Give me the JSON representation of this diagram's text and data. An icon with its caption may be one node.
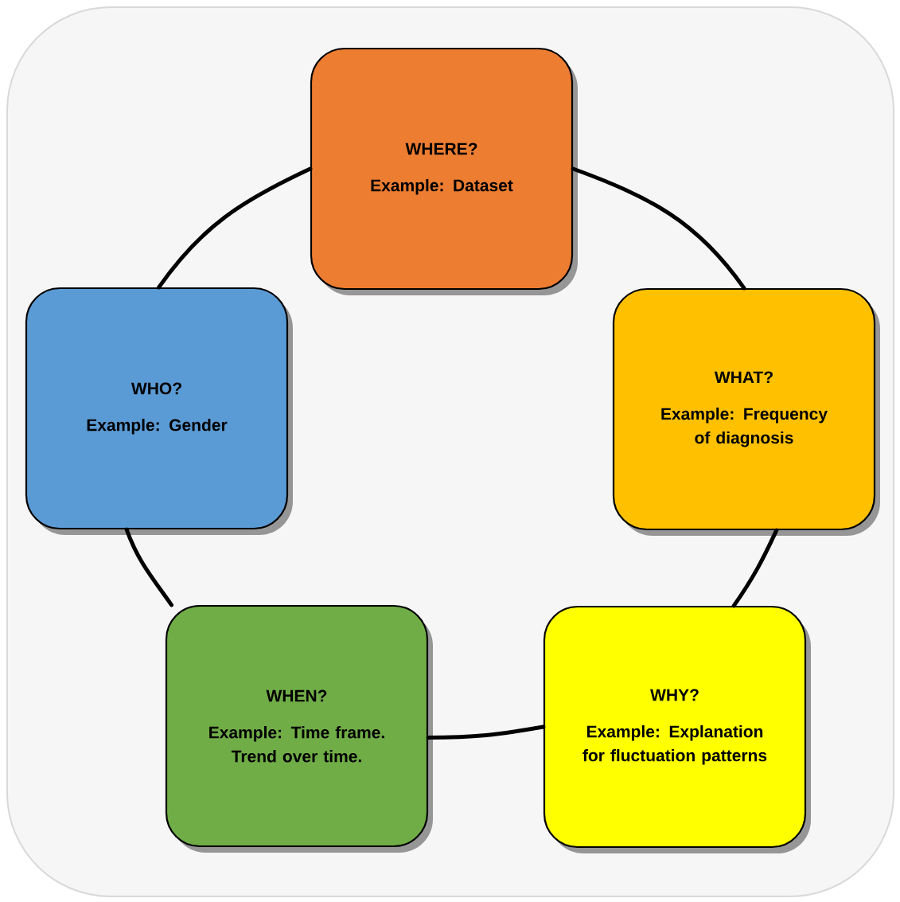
{
  "diagram": {
    "nodes": [
      {
        "text": [
          "WHERE?",
          "Example: Dataset"
        ]
      },
      {
        "text": [
          "WHAT?",
          "Example: Frequency of diagnosis"
        ]
      },
      {
        "text": [
          "WHY?",
          "Example: Explanation for fluctuation patterns"
        ]
      },
      {
        "text": [
          "WHEN?",
          "Example: Time frame. Trend over time."
        ]
      },
      {
        "text": [
          "WHO?",
          "Example: Gender"
        ]
      }
    ],
    "edges": [
      {
        "from": 0,
        "to": 1,
        "arrow": "none"
      },
      {
        "from": 1,
        "to": 2,
        "arrow": "none"
      },
      {
        "from": 2,
        "to": 3,
        "arrow": "none"
      },
      {
        "from": 3,
        "to": 4,
        "arrow": "none"
      },
      {
        "from": 4,
        "to": 0,
        "arrow": "none"
      }
    ]
  }
}
